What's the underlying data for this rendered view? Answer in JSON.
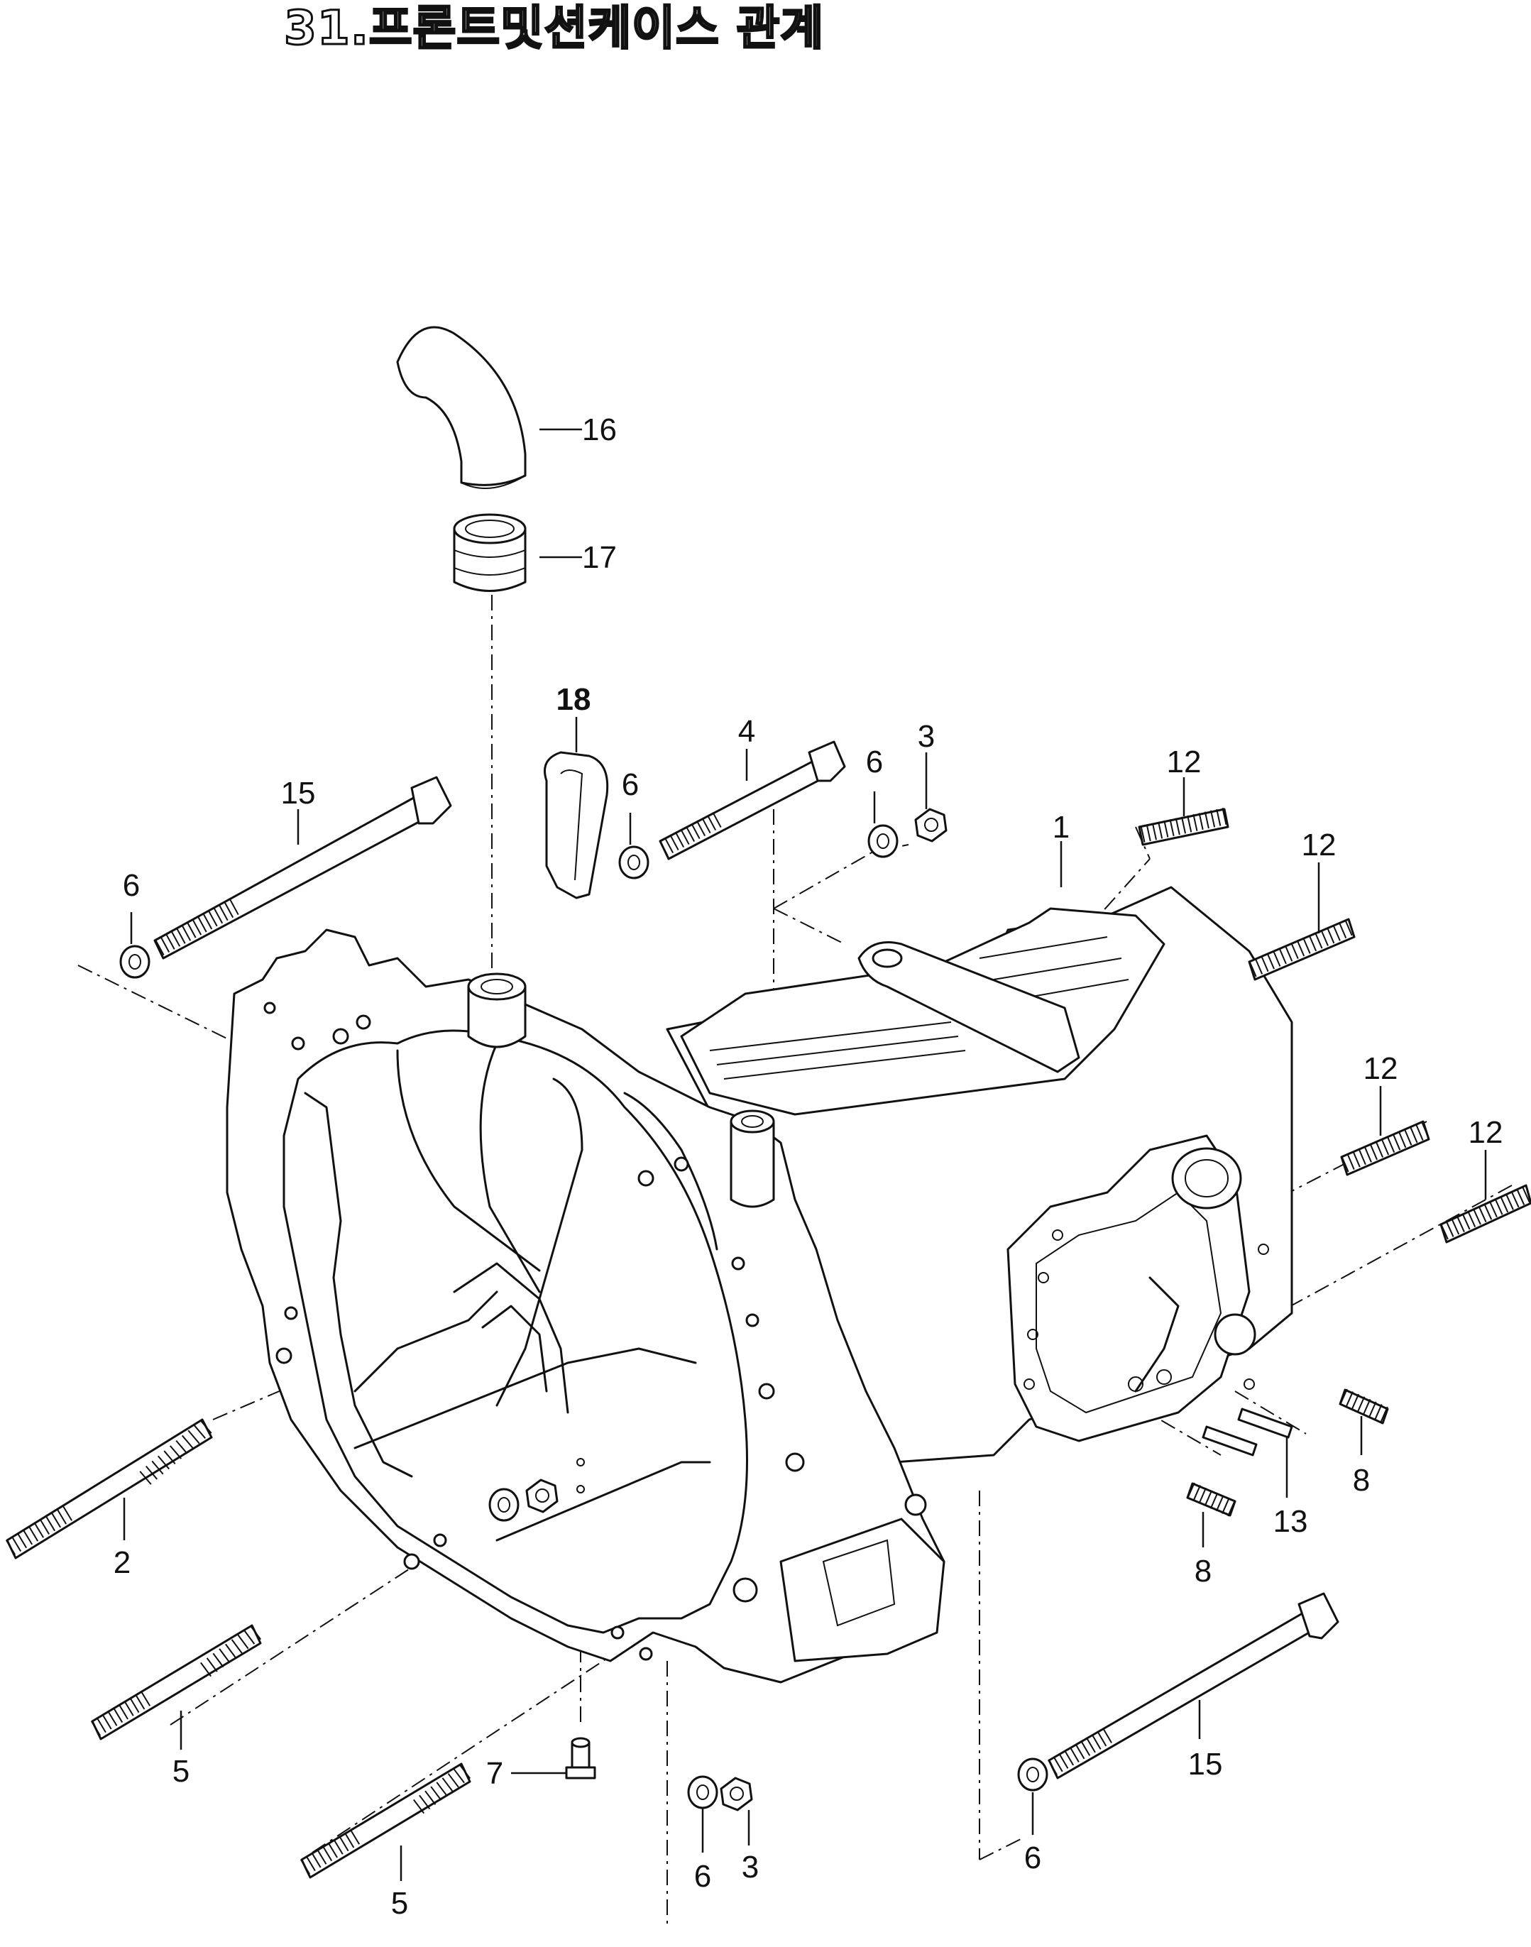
{
  "title": "31.프론트밋션케이스 관계",
  "callouts": [
    {
      "id": "c1",
      "label": "1"
    },
    {
      "id": "c2",
      "label": "2"
    },
    {
      "id": "c3a",
      "label": "3"
    },
    {
      "id": "c3b",
      "label": "3"
    },
    {
      "id": "c4",
      "label": "4"
    },
    {
      "id": "c5a",
      "label": "5"
    },
    {
      "id": "c5b",
      "label": "5"
    },
    {
      "id": "c6a",
      "label": "6"
    },
    {
      "id": "c6b",
      "label": "6"
    },
    {
      "id": "c6c",
      "label": "6"
    },
    {
      "id": "c6d",
      "label": "6"
    },
    {
      "id": "c6e",
      "label": "6"
    },
    {
      "id": "c7",
      "label": "7"
    },
    {
      "id": "c8a",
      "label": "8"
    },
    {
      "id": "c8b",
      "label": "8"
    },
    {
      "id": "c12a",
      "label": "12"
    },
    {
      "id": "c12b",
      "label": "12"
    },
    {
      "id": "c12c",
      "label": "12"
    },
    {
      "id": "c12d",
      "label": "12"
    },
    {
      "id": "c13",
      "label": "13"
    },
    {
      "id": "c15a",
      "label": "15"
    },
    {
      "id": "c15b",
      "label": "15"
    },
    {
      "id": "c16",
      "label": "16"
    },
    {
      "id": "c17",
      "label": "17"
    },
    {
      "id": "c18",
      "label": "18"
    }
  ]
}
